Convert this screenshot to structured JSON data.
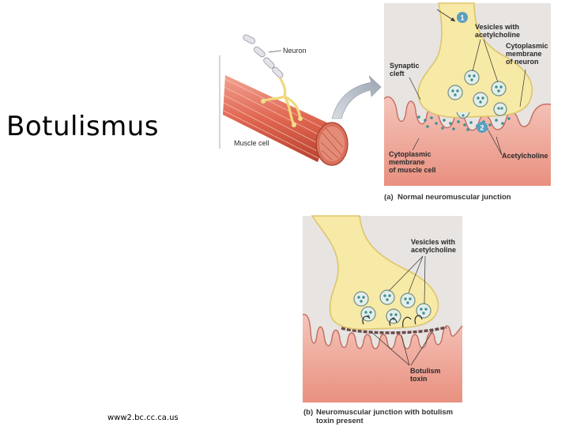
{
  "slide": {
    "title": "Botulismus",
    "source": "www2.bc.cc.ca.us"
  },
  "overview": {
    "neuron_label": "Neuron",
    "muscle_label": "Muscle cell"
  },
  "panel_a": {
    "step1": "1",
    "step2": "2",
    "vesicles_1": "Vesicles with",
    "vesicles_2": "acetylcholine",
    "cyto_neuron_1": "Cytoplasmic",
    "cyto_neuron_2": "membrane",
    "cyto_neuron_3": "of neuron",
    "cleft_1": "Synaptic",
    "cleft_2": "cleft",
    "cyto_muscle_1": "Cytoplasmic",
    "cyto_muscle_2": "membrane",
    "cyto_muscle_3": "of muscle cell",
    "ach": "Acetylcholine",
    "caption_letter": "(a)",
    "caption": "Normal neuromuscular junction"
  },
  "panel_b": {
    "vesicles_1": "Vesicles with",
    "vesicles_2": "acetylcholine",
    "toxin_1": "Botulism",
    "toxin_2": "toxin",
    "caption_letter": "(b)",
    "caption_1": "Neuromuscular junction with botulism",
    "caption_2": "toxin present"
  },
  "colors": {
    "neuron_fill": "#f7e9a6",
    "neuron_stroke": "#d9c36a",
    "muscle_fill": "#f1b7ab",
    "muscle_deep": "#e88f7f",
    "cleft_bg": "#e8e6e4",
    "vesicle": "#e4eee9",
    "ach_dot": "#3f8f95",
    "toxin": "#6b4a4a",
    "step_badge": "#5b9fc0"
  }
}
